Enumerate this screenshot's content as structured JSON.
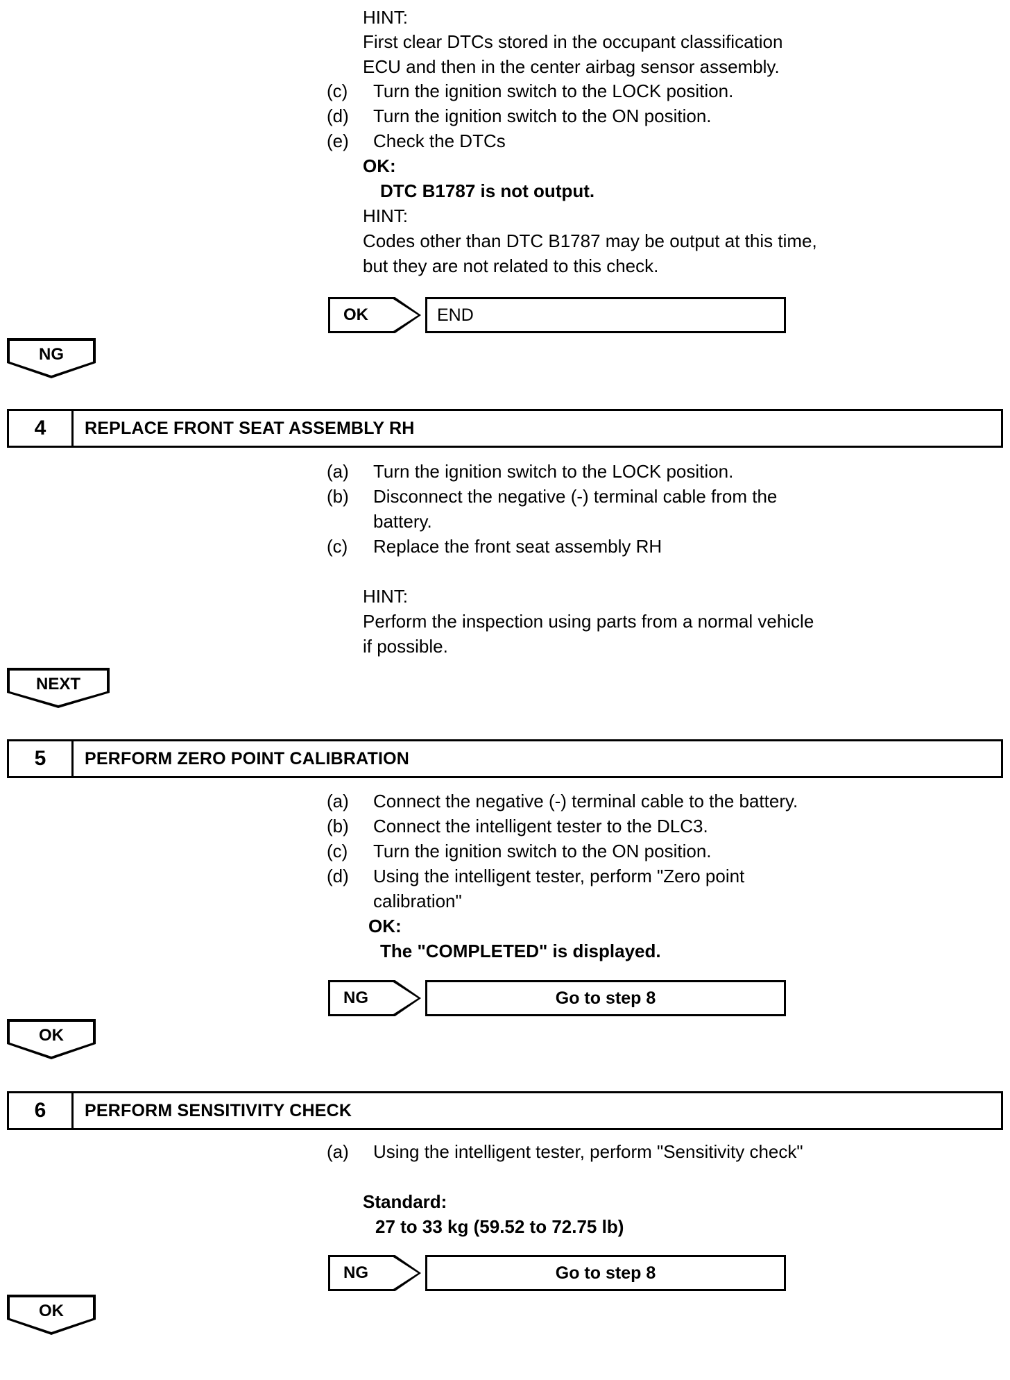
{
  "document": {
    "type": "service-manual-flowchart-page"
  },
  "top_block": {
    "hint_label": "HINT:",
    "hint_lines": [
      "First clear DTCs stored in the occupant classification",
      "ECU and then in the center airbag sensor assembly."
    ],
    "items": [
      {
        "marker": "(c)",
        "text": "Turn the ignition switch to the LOCK position."
      },
      {
        "marker": "(d)",
        "text": "Turn the ignition switch to the ON position."
      },
      {
        "marker": "(e)",
        "text": "Check the DTCs"
      }
    ],
    "ok_label": "OK:",
    "ok_value": "DTC B1787 is not output.",
    "hint2_label": "HINT:",
    "hint2_lines": [
      "Codes other than DTC B1787 may be output at this time,",
      "but they are not related to this check."
    ],
    "result": {
      "tag": "OK",
      "target": "END"
    }
  },
  "tab_ng_1": {
    "label": "NG"
  },
  "step4": {
    "number": "4",
    "title": "REPLACE FRONT SEAT ASSEMBLY RH",
    "items": [
      {
        "marker": "(a)",
        "text": "Turn the ignition switch to the LOCK position."
      },
      {
        "marker": "(b)",
        "text": "Disconnect the negative (-) terminal cable from the"
      },
      {
        "marker": "",
        "text": "battery."
      },
      {
        "marker": "(c)",
        "text": "Replace the front seat assembly RH"
      }
    ],
    "hint_label": "HINT:",
    "hint_lines": [
      "Perform the inspection using parts from a normal vehicle",
      "if possible."
    ]
  },
  "tab_next": {
    "label": "NEXT"
  },
  "step5": {
    "number": "5",
    "title": "PERFORM ZERO POINT CALIBRATION",
    "items": [
      {
        "marker": "(a)",
        "text": "Connect the negative (-) terminal cable to the battery."
      },
      {
        "marker": "(b)",
        "text": "Connect the intelligent tester to the DLC3."
      },
      {
        "marker": "(c)",
        "text": "Turn the ignition switch to the ON position."
      },
      {
        "marker": "(d)",
        "text": "Using the intelligent tester, perform \"Zero point"
      },
      {
        "marker": "",
        "text": "calibration\""
      }
    ],
    "ok_label": "OK:",
    "ok_value": "The \"COMPLETED\" is displayed.",
    "result": {
      "tag": "NG",
      "target": "Go to step 8"
    }
  },
  "tab_ok_1": {
    "label": "OK"
  },
  "step6": {
    "number": "6",
    "title": "PERFORM SENSITIVITY CHECK",
    "items": [
      {
        "marker": "(a)",
        "text": "Using the intelligent tester, perform \"Sensitivity check\""
      }
    ],
    "standard_label": "Standard:",
    "standard_value": "27 to 33 kg (59.52 to 72.75 lb)",
    "result": {
      "tag": "NG",
      "target": "Go to step 8"
    }
  },
  "tab_ok_2": {
    "label": "OK"
  },
  "colors": {
    "ink": "#000000",
    "paper": "#ffffff"
  }
}
